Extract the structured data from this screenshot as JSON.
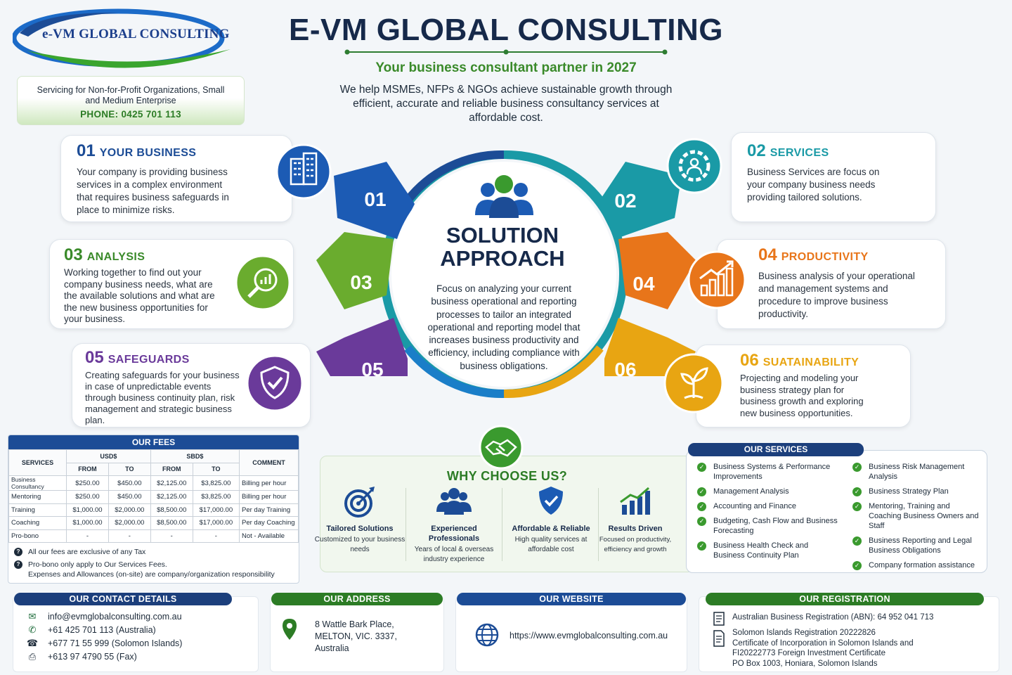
{
  "header": {
    "logo_text": "e-VM GLOBAL CONSULTING",
    "title": "E-VM GLOBAL CONSULTING",
    "tagline": "Your business consultant partner in 2027",
    "intro": "We help MSMEs, NFPs & NGOs achieve sustainable growth through efficient, accurate and reliable business consultancy services at affordable cost.",
    "service_line1": "Servicing for Non-for-Profit Organizations, Small",
    "service_line2": "and Medium Enterprise",
    "phone": "PHONE:  0425 701 113"
  },
  "colors": {
    "navy": "#16294a",
    "green": "#3a8a2a",
    "blue": "#1c4c96",
    "teal": "#1a9aa6",
    "orange": "#e8751a",
    "purple": "#6a3a9a",
    "yellow": "#e8a512"
  },
  "center": {
    "title_line1": "SOLUTION",
    "title_line2": "APPROACH",
    "text": "Focus on analyzing your current business operational and reporting processes to tailor an integrated operational and reporting model that increases business productivity and efficiency, including compliance with business obligations."
  },
  "steps": [
    {
      "num": "01",
      "title": "YOUR BUSINESS",
      "text": "Your company is providing business services in a complex environment that requires business safeguards in place to minimize risks.",
      "icon": "building-icon"
    },
    {
      "num": "02",
      "title": "SERVICES",
      "text": "Business Services are focus on your company business needs providing tailored solutions.",
      "icon": "gear-person-icon"
    },
    {
      "num": "03",
      "title": "ANALYSIS",
      "text": "Working together to find out your company business needs, what are the available solutions and what are the new business opportunities for your business.",
      "icon": "magnifier-chart-icon"
    },
    {
      "num": "04",
      "title": "PRODUCTIVITY",
      "text": "Business analysis of your operational and management systems and procedure to improve business productivity.",
      "icon": "growth-chart-icon"
    },
    {
      "num": "05",
      "title": "SAFEGUARDS",
      "text": "Creating safeguards for your business in case of unpredictable events through business continuity plan, risk management and strategic business plan.",
      "icon": "shield-check-icon"
    },
    {
      "num": "06",
      "title": "SUATAINABILITY",
      "text": "Projecting and modeling your business strategy plan for business growth and exploring new business opportunities.",
      "icon": "leaf-icon"
    }
  ],
  "fees": {
    "title": "OUR FEES",
    "col_services": "SERVICES",
    "col_usd": "USD$",
    "col_sbd": "SBD$",
    "col_comment": "COMMENT",
    "col_from": "FROM",
    "col_to": "TO",
    "rows": [
      {
        "service": "Business Consultancy",
        "usd_from": "$250.00",
        "usd_to": "$450.00",
        "sbd_from": "$2,125.00",
        "sbd_to": "$3,825.00",
        "comment": "Billing per hour"
      },
      {
        "service": "Mentoring",
        "usd_from": "$250.00",
        "usd_to": "$450.00",
        "sbd_from": "$2,125.00",
        "sbd_to": "$3,825.00",
        "comment": "Billing per hour"
      },
      {
        "service": "Training",
        "usd_from": "$1,000.00",
        "usd_to": "$2,000.00",
        "sbd_from": "$8,500.00",
        "sbd_to": "$17,000.00",
        "comment": "Per day Training"
      },
      {
        "service": "Coaching",
        "usd_from": "$1,000.00",
        "usd_to": "$2,000.00",
        "sbd_from": "$8,500.00",
        "sbd_to": "$17,000.00",
        "comment": "Per day Coaching"
      },
      {
        "service": "Pro-bono",
        "usd_from": "-",
        "usd_to": "-",
        "sbd_from": "-",
        "sbd_to": "-",
        "comment": "Not - Available"
      }
    ],
    "note1": "All our fees are exclusive of any Tax",
    "note2": "Pro-bono only apply to Our Services Fees.",
    "note3": "Expenses and Allowances (on-site) are company/organization responsibility"
  },
  "why": {
    "title": "WHY CHOOSE US?",
    "items": [
      {
        "title": "Tailored Solutions",
        "desc": "Customized to your business needs"
      },
      {
        "title": "Experienced Professionals",
        "desc": "Years of local & overseas industry experience"
      },
      {
        "title": "Affordable & Reliable",
        "desc": "High quality services at affordable cost"
      },
      {
        "title": "Results Driven",
        "desc": "Focused on productivity, efficiency and growth"
      }
    ]
  },
  "services": {
    "title": "OUR SERVICES",
    "left": [
      "Business Systems & Performance Improvements",
      "Management Analysis",
      "Accounting and Finance",
      "Budgeting, Cash Flow and Business Forecasting",
      "Business Health Check and Business Continuity Plan"
    ],
    "right": [
      "Business Risk Management Analysis",
      "Business Strategy Plan",
      "Mentoring, Training and Coaching Business Owners and Staff",
      "Business Reporting and Legal Business Obligations",
      "Company formation assistance"
    ]
  },
  "contact": {
    "title": "OUR CONTACT DETAILS",
    "email": "info@evmglobalconsulting.com.au",
    "phone_au": "+61 425 701 113  (Australia)",
    "phone_sb": "+677 71 55 999 (Solomon Islands)",
    "fax": "+613 97 4790 55  (Fax)"
  },
  "address": {
    "title": "OUR ADDRESS",
    "line1": "8 Wattle Bark Place,",
    "line2": "MELTON, VIC. 3337,",
    "line3": "Australia"
  },
  "website": {
    "title": "OUR WEBSITE",
    "url": "https://www.evmglobalconsulting.com.au"
  },
  "registration": {
    "title": "OUR REGISTRATION",
    "abn": "Australian Business Registration (ABN): 64 952 041 713",
    "sb1": "Solomon Islands Registration 20222826",
    "sb2": "Certificate of Incorporation in Solomon Islands and",
    "sb3": "FI20222773 Foreign Investment Certificate",
    "sb4": "PO Box 1003, Honiara, Solomon Islands"
  }
}
